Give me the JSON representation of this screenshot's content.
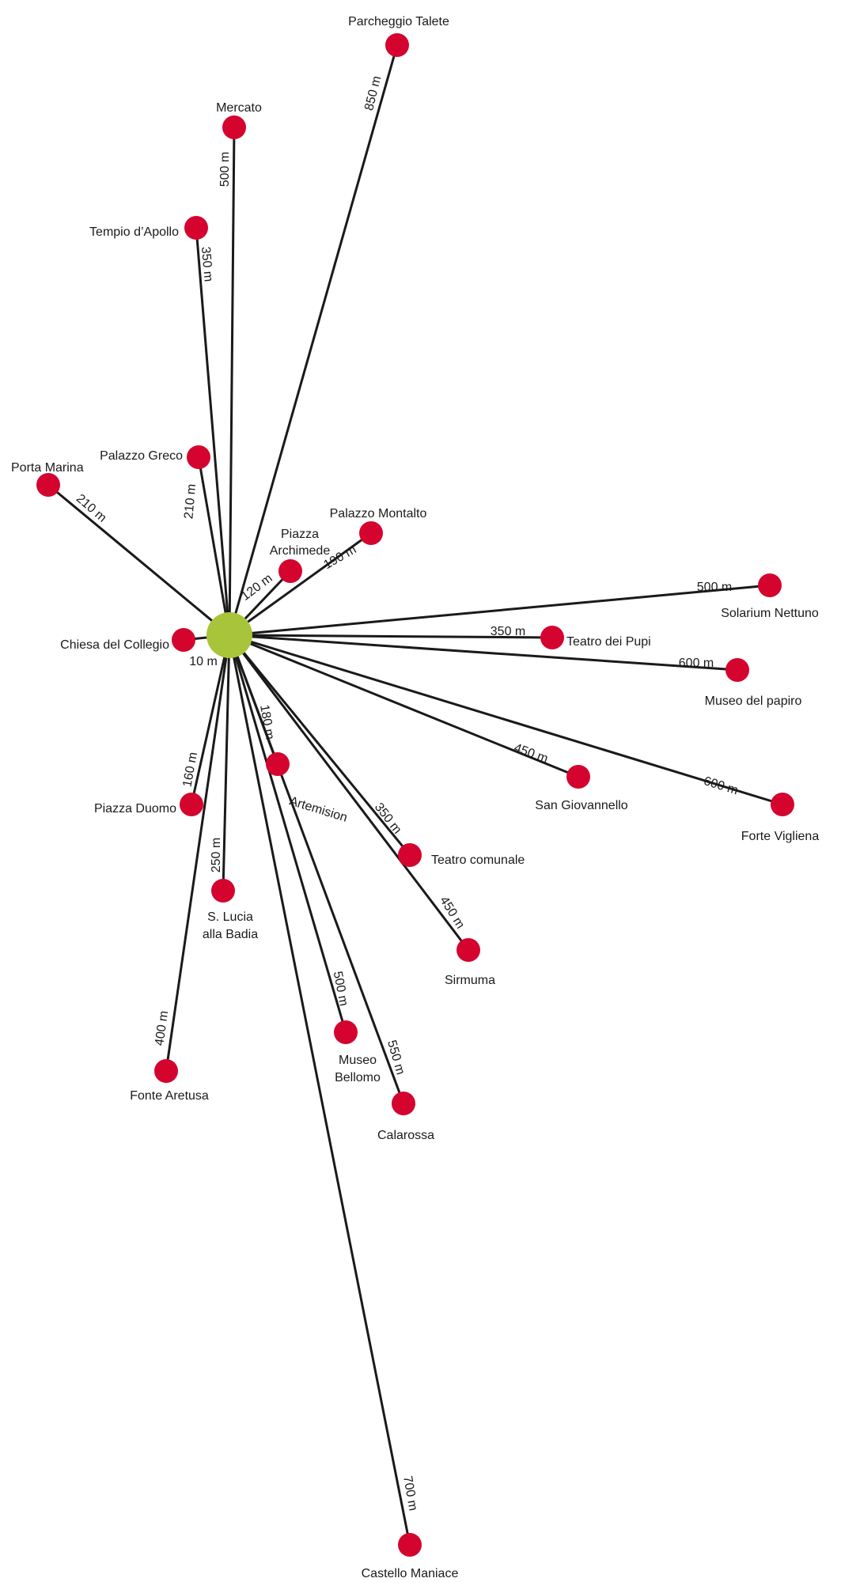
{
  "colors": {
    "hub": "#a8c43a",
    "place": "#d4042f",
    "line": "#1a1a1a"
  },
  "places": [
    {
      "id": "parcheggio-talete",
      "name": [
        "Parcheggio Talete"
      ],
      "distance": "850 m"
    },
    {
      "id": "mercato",
      "name": [
        "Mercato"
      ],
      "distance": "500 m"
    },
    {
      "id": "tempio-dapollo",
      "name": [
        "Tempio d’Apollo"
      ],
      "distance": "350 m"
    },
    {
      "id": "palazzo-greco",
      "name": [
        "Palazzo Greco"
      ],
      "distance": "210 m"
    },
    {
      "id": "porta-marina",
      "name": [
        "Porta Marina"
      ],
      "distance": "210 m"
    },
    {
      "id": "palazzo-montalto",
      "name": [
        "Palazzo Montalto"
      ],
      "distance": "190 m"
    },
    {
      "id": "piazza-archimede",
      "name": [
        "Piazza",
        "Archimede"
      ],
      "distance": "120 m"
    },
    {
      "id": "solarium-nettuno",
      "name": [
        "Solarium Nettuno"
      ],
      "distance": "500 m"
    },
    {
      "id": "teatro-dei-pupi",
      "name": [
        "Teatro dei Pupi"
      ],
      "distance": "350 m"
    },
    {
      "id": "museo-del-papiro",
      "name": [
        "Museo del papiro"
      ],
      "distance": "600 m"
    },
    {
      "id": "chiesa-del-collegio",
      "name": [
        "Chiesa del Collegio"
      ],
      "distance": "10 m"
    },
    {
      "id": "san-giovannello",
      "name": [
        "San Giovannello"
      ],
      "distance": "450 m"
    },
    {
      "id": "forte-vigliena",
      "name": [
        "Forte Vigliena"
      ],
      "distance": "600 m"
    },
    {
      "id": "artemision",
      "name": [
        "Artemision"
      ],
      "distance": "180 m"
    },
    {
      "id": "piazza-duomo",
      "name": [
        "Piazza Duomo"
      ],
      "distance": "160 m"
    },
    {
      "id": "teatro-comunale",
      "name": [
        "Teatro comunale"
      ],
      "distance": "350 m"
    },
    {
      "id": "s-lucia-alla-badia",
      "name": [
        "S. Lucia",
        "alla Badia"
      ],
      "distance": "250 m"
    },
    {
      "id": "sirmuma",
      "name": [
        "Sirmuma"
      ],
      "distance": "450 m"
    },
    {
      "id": "museo-bellomo",
      "name": [
        "Museo",
        "Bellomo"
      ],
      "distance": "500 m"
    },
    {
      "id": "calarossa",
      "name": [
        "Calarossa"
      ],
      "distance": "550 m"
    },
    {
      "id": "fonte-aretusa",
      "name": [
        "Fonte Aretusa"
      ],
      "distance": "400 m"
    },
    {
      "id": "castello-maniace",
      "name": [
        "Castello Maniace"
      ],
      "distance": "700 m"
    }
  ]
}
